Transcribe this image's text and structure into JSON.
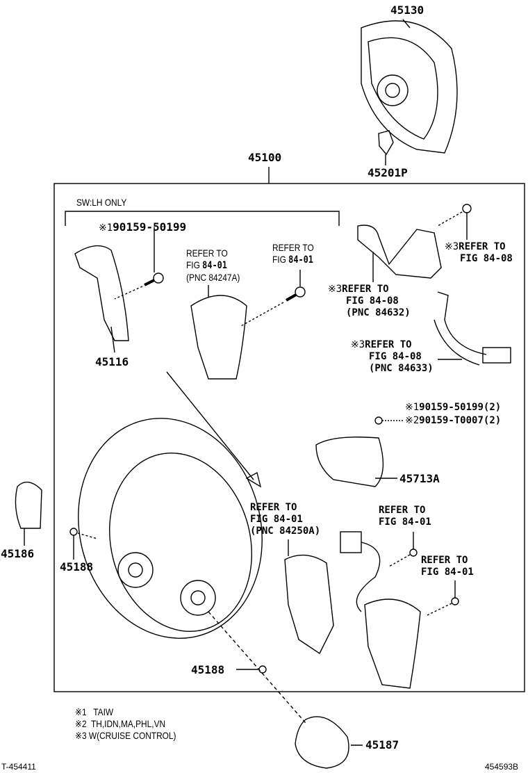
{
  "parts": {
    "p45130": "45130",
    "p45201P": "45201P",
    "p45100": "45100",
    "p45116": "45116",
    "p45713A": "45713A",
    "p45186": "45186",
    "p45188a": "45188",
    "p45188b": "45188",
    "p45187": "45187"
  },
  "scope": "SW:LH ONLY",
  "bolts": {
    "b1_mark": "※1",
    "b1": "90159-50199",
    "b2_mark": "※1",
    "b2": "90159-50199(2)",
    "b3_mark": "※2",
    "b3": "90159-T0007(2)"
  },
  "refs": {
    "r1": {
      "l1": "REFER TO",
      "l2a": "FIG ",
      "l2b": "84-01",
      "l3": "(PNC 84247A)"
    },
    "r2": {
      "l1": "REFER TO",
      "l2a": "FIG ",
      "l2b": "84-01"
    },
    "r3": {
      "mark": "※3",
      "l1": "REFER TO",
      "l2": "FIG 84-08"
    },
    "r4": {
      "mark": "※3",
      "l1": "REFER TO",
      "l2": "FIG 84-08",
      "l3": "(PNC 84632)"
    },
    "r5": {
      "mark": "※3",
      "l1": "REFER TO",
      "l2": "FIG 84-08",
      "l3": "(PNC 84633)"
    },
    "r6": {
      "l1": "REFER TO",
      "l2": "FIG 84-01",
      "l3": "(PNC 84250A)"
    },
    "r7": {
      "l1": "REFER TO",
      "l2": "FIG 84-01"
    },
    "r8": {
      "l1": "REFER TO",
      "l2": "FIG 84-01"
    }
  },
  "notes": [
    "※1   TAIW",
    "※2  TH,IDN,MA,PHL,VN",
    "※3 W(CRUISE CONTROL)"
  ],
  "footer": {
    "left": "T-454411",
    "right": "454593B"
  }
}
